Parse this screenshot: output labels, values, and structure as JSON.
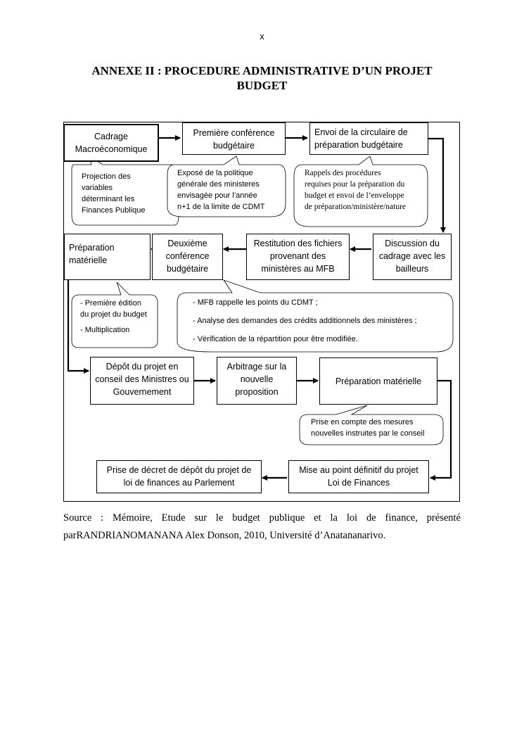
{
  "page_number": "x",
  "title": "ANNEXE II : PROCEDURE ADMINISTRATIVE D’UN PROJET BUDGET",
  "boxes": {
    "cadrage": "Cadrage Macroéconomique",
    "premiere_conference": "Première conférence budgétaire",
    "envoi_circulaire": "Envoi de la circulaire de préparation budgétaire",
    "preparation_materielle_1": "Préparation matérielle",
    "deuxieme_conference": "Deuxième conférence budgétaire",
    "restitution": "Restitution des fichiers provenant des ministères au MFB",
    "discussion": "Discussion du cadrage avec les bailleurs",
    "depot": "Dépôt du projet en conseil des Ministres ou Gouvernement",
    "arbitrage": "Arbitrage sur la nouvelle proposition",
    "preparation_materielle_2": "Préparation matérielle",
    "prise_decret": "Prise de décret de dépôt du projet de loi de finances au Parlement",
    "mise_au_point": "Mise au point définitif du projet Loi de Finances"
  },
  "callouts": {
    "projection": [
      "Projection des",
      "variables",
      "déterminant les",
      "Finances Publique"
    ],
    "expose": [
      "Exposé de la politique",
      "générale des ministeres",
      "envisagée pour l’année",
      "n+1 de la limite de CDMT"
    ],
    "rappels": [
      "Rappels des procédures",
      "requises pour la préparation du",
      "budget et envoi de l’enveloppe",
      "de préparation/ministère/nature"
    ],
    "premiere_edition": [
      "- Première édition",
      "du projet du budget",
      "- Multiplication"
    ],
    "mfb": [
      "- MFB rappelle les points du CDMT ;",
      "- Analyse des demandes des crédits additionnels des ministères ;",
      "- Vérification de la répartition pour être modifiée."
    ],
    "prise_en_compte": [
      "Prise en compte des mesures",
      "nouvelles instruites par le conseil"
    ]
  },
  "source": {
    "line1": "Source : Mémoire, Etude sur le budget publique et la loi de finance, présenté",
    "line2": "parRANDRIANOMANANA Alex Donson, 2010, Université d’Anatananarivo."
  }
}
